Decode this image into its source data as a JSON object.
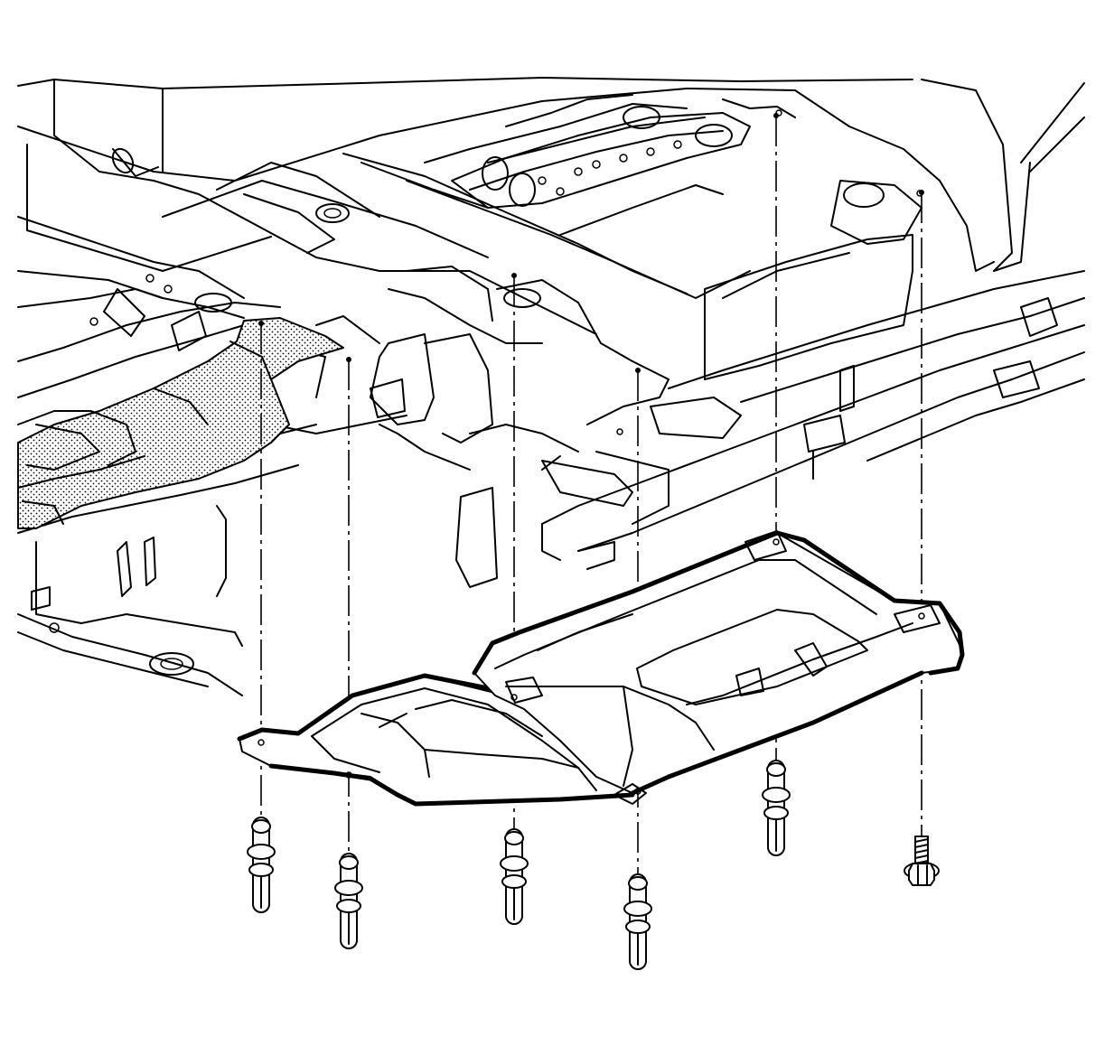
{
  "illustration": {
    "subject": "underbody-shield-installation",
    "line_color": "#000000",
    "background": "#ffffff",
    "parts": [
      {
        "name": "vehicle-underbody-frame",
        "kind": "assembly"
      },
      {
        "name": "exhaust-heat-shield-stippled",
        "kind": "component"
      },
      {
        "name": "front-shield-panel",
        "kind": "component"
      },
      {
        "name": "rear-shield-panel",
        "kind": "component"
      },
      {
        "name": "push-pin-retainer",
        "kind": "fastener",
        "count": 5
      },
      {
        "name": "hex-flange-bolt",
        "kind": "fastener",
        "count": 1
      }
    ]
  }
}
